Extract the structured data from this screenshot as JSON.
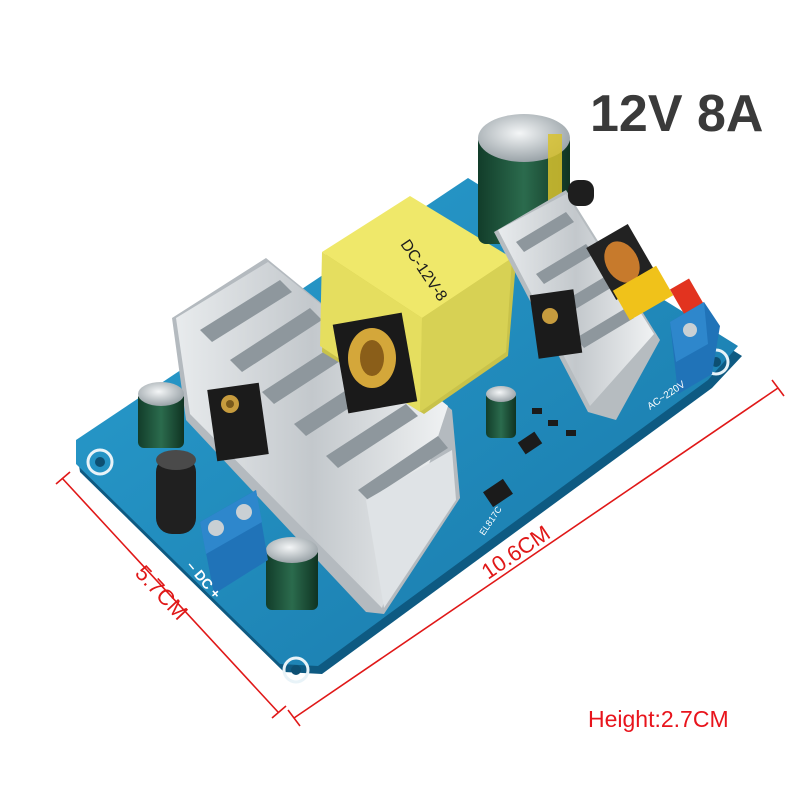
{
  "title": "12V 8A",
  "height_label": "Height:2.7CM",
  "dimensions": {
    "length": "10.6CM",
    "width": "5.7CM"
  },
  "board_marks": {
    "transformer": "DC-12V-8",
    "input": "AC~220V",
    "output": "– DC +",
    "chip": "EL817C"
  },
  "colors": {
    "pcb": "#1f8fc1",
    "dimension_lines": "#e01818",
    "transformer": "#e9e25a",
    "heatsink": "#d5d9dc"
  }
}
